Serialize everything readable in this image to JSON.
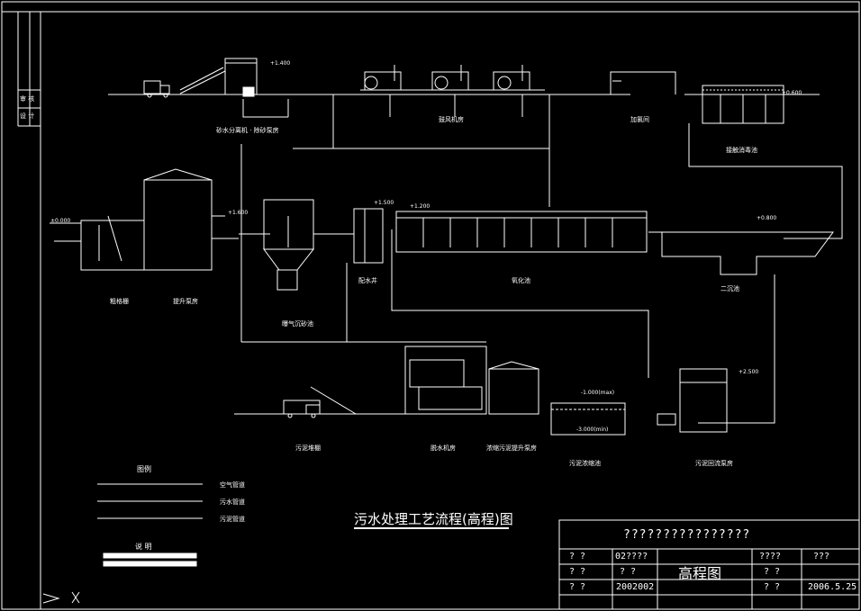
{
  "drawing": {
    "title": "污水处理工艺流程(高程)图",
    "legend_heading": "图例",
    "notes_heading": "说 明",
    "legend_items": [
      "空气管道",
      "污水管道",
      "污泥管道"
    ]
  },
  "units": {
    "coarse_screen": "粗格栅",
    "lift_pump": "提升泵房",
    "grit_chamber": "曝气沉砂池",
    "grit_separator": "砂水分离机 · 除砂泵房",
    "distribution_well": "配水井",
    "oxidation_ditch": "氧化池",
    "clarifier": "二沉池",
    "blower_room": "鼓风机房",
    "chlorination_room": "加氯间",
    "contact_tank": "接触消毒池",
    "sludge_shed": "污泥堆棚",
    "dewatering_room": "脱水机房",
    "thickener_pump": "浓缩污泥提升泵房",
    "sludge_thickener": "污泥浓缩池",
    "return_sludge_pump": "污泥回流泵房"
  },
  "levels": {
    "inlet": "±0.000",
    "l1": "+1.600",
    "l2": "+1.400",
    "l3": "+1.200",
    "l4": "+0.800",
    "l5": "+2.500",
    "l6": "+1.500",
    "l7": "-3.000(min)",
    "l8": "+0.600",
    "l9": "-1.000(max)"
  },
  "title_block": {
    "header": "????????????????",
    "r1c1": "? ?",
    "r1c2": "02????",
    "r2c1": "? ?",
    "r2c2": "? ?",
    "r3c1": "? ?",
    "r3c2": "2002002",
    "center": "高程图",
    "r1c4": "????",
    "r1c5": "???",
    "r2c4": "? ?",
    "r3c4": "? ?",
    "date": "2006.5.25"
  },
  "side_strip": [
    "审 核",
    "设 计"
  ]
}
